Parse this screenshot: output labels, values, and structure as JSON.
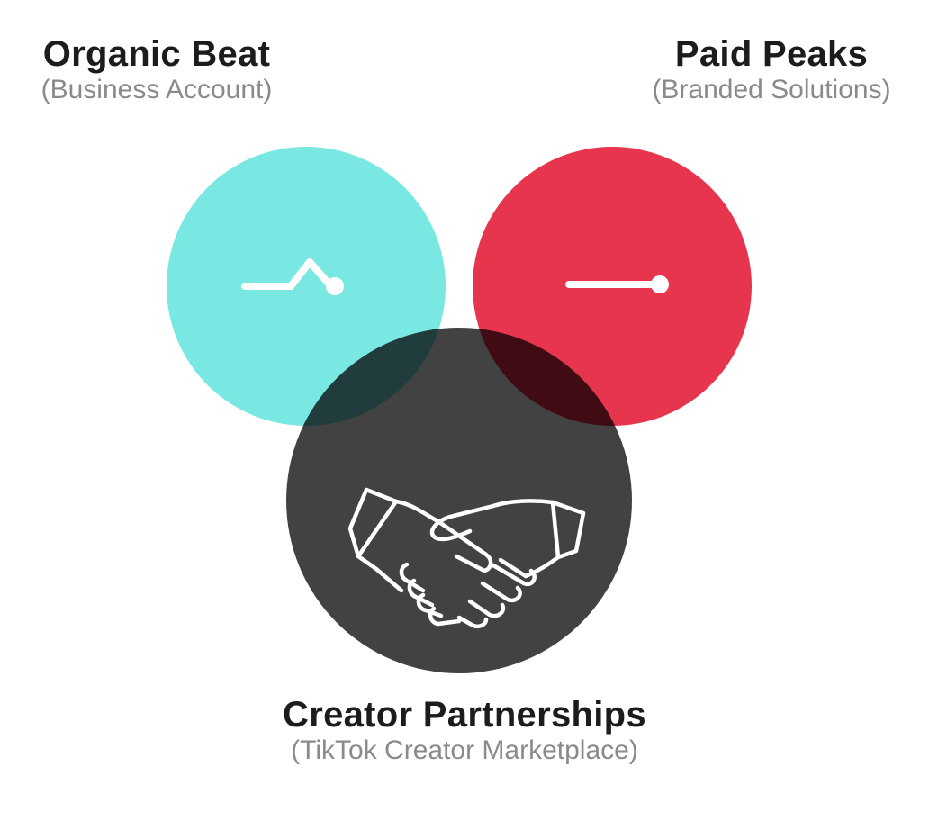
{
  "venn": {
    "sets": [
      {
        "title": "Organic Beat",
        "subtitle": "(Business Account)",
        "color": "#7ae8e2",
        "icon": "pulse-line-icon"
      },
      {
        "title": "Paid Peaks",
        "subtitle": "(Branded Solutions)",
        "color": "#e8354e",
        "icon": "flat-line-icon"
      },
      {
        "title": "Creator Partnerships",
        "subtitle": "(TikTok Creator Marketplace)",
        "color": "#424242",
        "icon": "handshake-icon"
      }
    ],
    "overlap_colors": {
      "organic_paid": "#42082a",
      "organic_creator": "#213c3c",
      "paid_creator": "#410b14",
      "all_three": "hatched"
    }
  }
}
